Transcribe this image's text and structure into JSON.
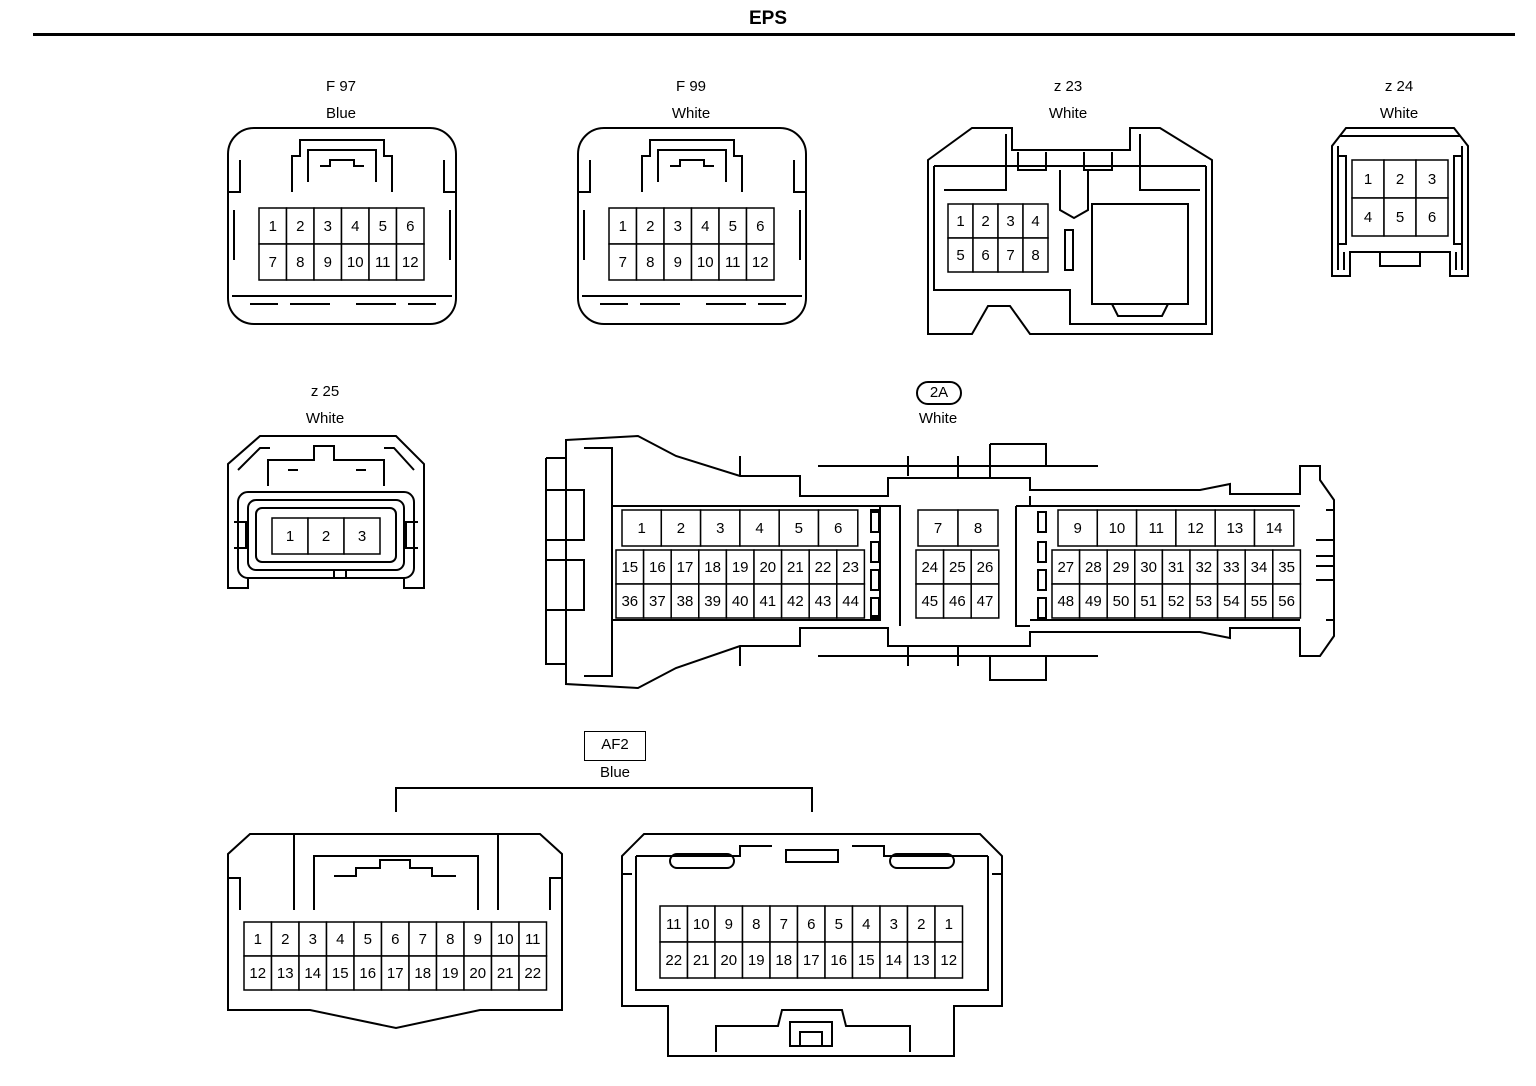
{
  "title": "EPS",
  "connectors": [
    {
      "id": "f97",
      "code": "F 97",
      "color": "Blue",
      "rows": [
        [
          "1",
          "2",
          "3",
          "4",
          "5",
          "6"
        ],
        [
          "7",
          "8",
          "9",
          "10",
          "11",
          "12"
        ]
      ]
    },
    {
      "id": "f99",
      "code": "F 99",
      "color": "White",
      "rows": [
        [
          "1",
          "2",
          "3",
          "4",
          "5",
          "6"
        ],
        [
          "7",
          "8",
          "9",
          "10",
          "11",
          "12"
        ]
      ]
    },
    {
      "id": "z23",
      "code": "z 23",
      "color": "White",
      "rows": [
        [
          "1",
          "2",
          "3",
          "4"
        ],
        [
          "5",
          "6",
          "7",
          "8"
        ]
      ]
    },
    {
      "id": "z24",
      "code": "z 24",
      "color": "White",
      "rows": [
        [
          "1",
          "2",
          "3"
        ],
        [
          "4",
          "5",
          "6"
        ]
      ]
    },
    {
      "id": "z25",
      "code": "z 25",
      "color": "White",
      "rows": [
        [
          "1",
          "2",
          "3"
        ]
      ]
    },
    {
      "id": "c2a",
      "code": "2A",
      "color": "White",
      "groups": [
        {
          "rows": [
            [
              "1",
              "2",
              "3",
              "4",
              "5",
              "6"
            ],
            [
              "15",
              "16",
              "17",
              "18",
              "19",
              "20",
              "21",
              "22",
              "23"
            ],
            [
              "36",
              "37",
              "38",
              "39",
              "40",
              "41",
              "42",
              "43",
              "44"
            ]
          ]
        },
        {
          "rows": [
            [
              "7",
              "8"
            ],
            [
              "24",
              "25",
              "26"
            ],
            [
              "45",
              "46",
              "47"
            ]
          ]
        },
        {
          "rows": [
            [
              "9",
              "10",
              "11",
              "12",
              "13",
              "14"
            ],
            [
              "27",
              "28",
              "29",
              "30",
              "31",
              "32",
              "33",
              "34",
              "35"
            ],
            [
              "48",
              "49",
              "50",
              "51",
              "52",
              "53",
              "54",
              "55",
              "56"
            ]
          ]
        }
      ]
    },
    {
      "id": "af2",
      "code": "AF2",
      "color": "Blue",
      "variants": [
        {
          "rows": [
            [
              "1",
              "2",
              "3",
              "4",
              "5",
              "6",
              "7",
              "8",
              "9",
              "10",
              "11"
            ],
            [
              "12",
              "13",
              "14",
              "15",
              "16",
              "17",
              "18",
              "19",
              "20",
              "21",
              "22"
            ]
          ]
        },
        {
          "rows": [
            [
              "11",
              "10",
              "9",
              "8",
              "7",
              "6",
              "5",
              "4",
              "3",
              "2",
              "1"
            ],
            [
              "22",
              "21",
              "20",
              "19",
              "18",
              "17",
              "16",
              "15",
              "14",
              "13",
              "12"
            ]
          ]
        }
      ]
    }
  ]
}
